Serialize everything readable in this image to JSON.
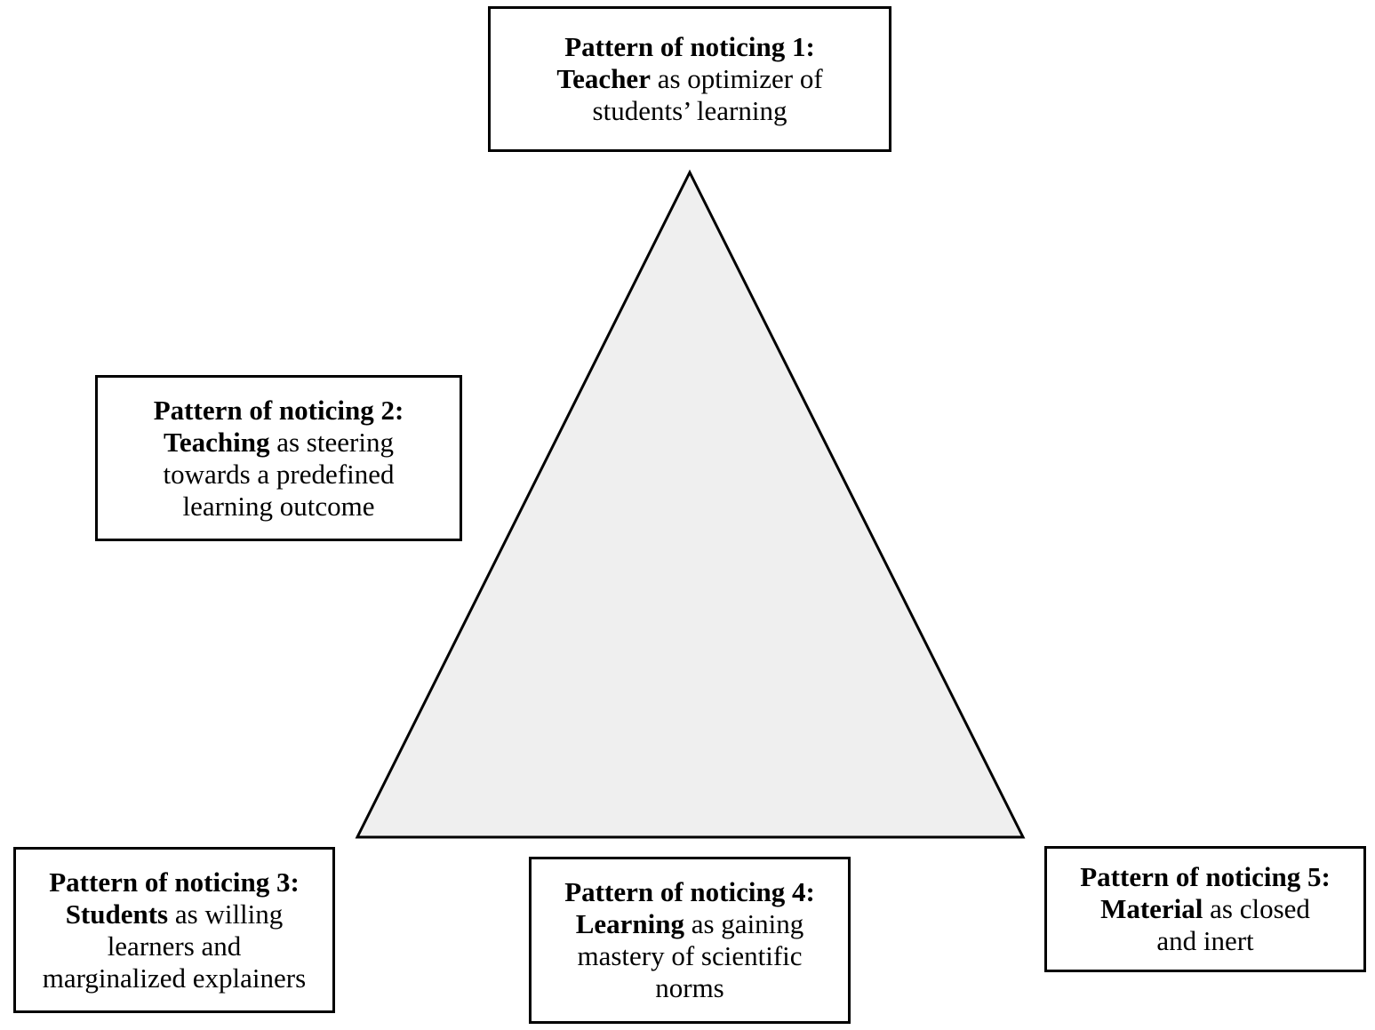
{
  "diagram": {
    "triangle_fill": "#efefef",
    "triangle_stroke": "#000000",
    "patterns": [
      {
        "title": "Pattern of noticing 1:",
        "keyword": "Teacher",
        "rest": " as optimizer of",
        "lines": [
          "students’ learning"
        ]
      },
      {
        "title": "Pattern of noticing 2:",
        "keyword": "Teaching",
        "rest": " as steering",
        "lines": [
          "towards a predefined",
          "learning outcome"
        ]
      },
      {
        "title": "Pattern of noticing 3:",
        "keyword": "Students",
        "rest": " as willing",
        "lines": [
          "learners and",
          "marginalized explainers"
        ]
      },
      {
        "title": "Pattern of noticing 4:",
        "keyword": "Learning",
        "rest": " as gaining",
        "lines": [
          "mastery of scientific",
          "norms"
        ]
      },
      {
        "title": "Pattern of noticing 5:",
        "keyword": "Material",
        "rest": " as closed",
        "lines": [
          "and inert"
        ]
      }
    ]
  }
}
